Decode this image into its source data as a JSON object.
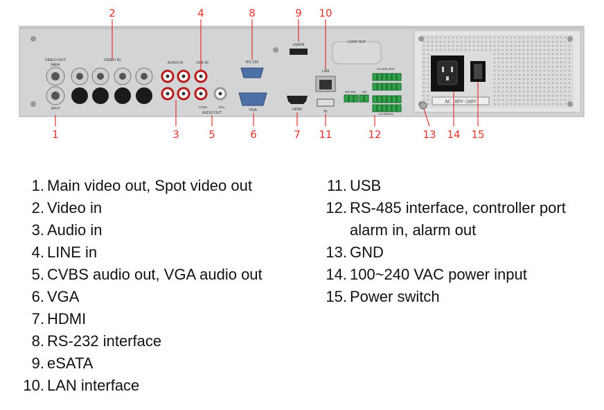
{
  "panel": {
    "labels": {
      "video_out": "VIDEO OUT",
      "main": "MAIN",
      "spot": "SPOT",
      "video_in": "VIDEO IN",
      "audio_in": "AUDIO IN",
      "line_in": "LINE IN",
      "audio_out": "AUDIO OUT",
      "cvbs": "CVBS",
      "vga_small": "VGA",
      "rs232": "RS-232",
      "vga": "VGA",
      "hdmi": "HDMI",
      "esata": "eSATA",
      "lan": "LAN",
      "loop_out": "LOOP OUT",
      "ac_rating": "AC 100V~240V",
      "rs485": "RS-485",
      "kb": "KB",
      "alarm_out": "ALARM OUT",
      "alarm_in": "ALARM IN"
    }
  },
  "callouts": [
    "1",
    "2",
    "3",
    "4",
    "5",
    "6",
    "7",
    "8",
    "9",
    "10",
    "11",
    "12",
    "13",
    "14",
    "15"
  ],
  "legend_left": [
    {
      "num": "1.",
      "lines": [
        "Main video out, Spot video out"
      ]
    },
    {
      "num": "2.",
      "lines": [
        "Video in"
      ]
    },
    {
      "num": "3.",
      "lines": [
        "Audio in"
      ]
    },
    {
      "num": "4.",
      "lines": [
        "LINE in"
      ]
    },
    {
      "num": "5.",
      "lines": [
        "CVBS audio out, VGA audio out"
      ]
    },
    {
      "num": "6.",
      "lines": [
        "VGA"
      ]
    },
    {
      "num": "7.",
      "lines": [
        "HDMI"
      ]
    },
    {
      "num": "8.",
      "lines": [
        "RS-232 interface"
      ]
    },
    {
      "num": "9.",
      "lines": [
        "eSATA"
      ]
    },
    {
      "num": "10.",
      "lines": [
        "LAN interface"
      ]
    }
  ],
  "legend_right": [
    {
      "num": "11.",
      "lines": [
        "USB"
      ]
    },
    {
      "num": "12.",
      "lines": [
        "RS-485 interface, controller port",
        "alarm in, alarm out"
      ]
    },
    {
      "num": "13.",
      "lines": [
        "GND"
      ]
    },
    {
      "num": "14.",
      "lines": [
        "100~240 VAC power input"
      ]
    },
    {
      "num": "15.",
      "lines": [
        "Power switch"
      ]
    }
  ],
  "colors": {
    "panel": "#d2d3d4",
    "callout": "#e0322b",
    "connector_ring": "#b7191b",
    "terminal": "#2fa24a",
    "vga_port": "#4c6fa5"
  }
}
